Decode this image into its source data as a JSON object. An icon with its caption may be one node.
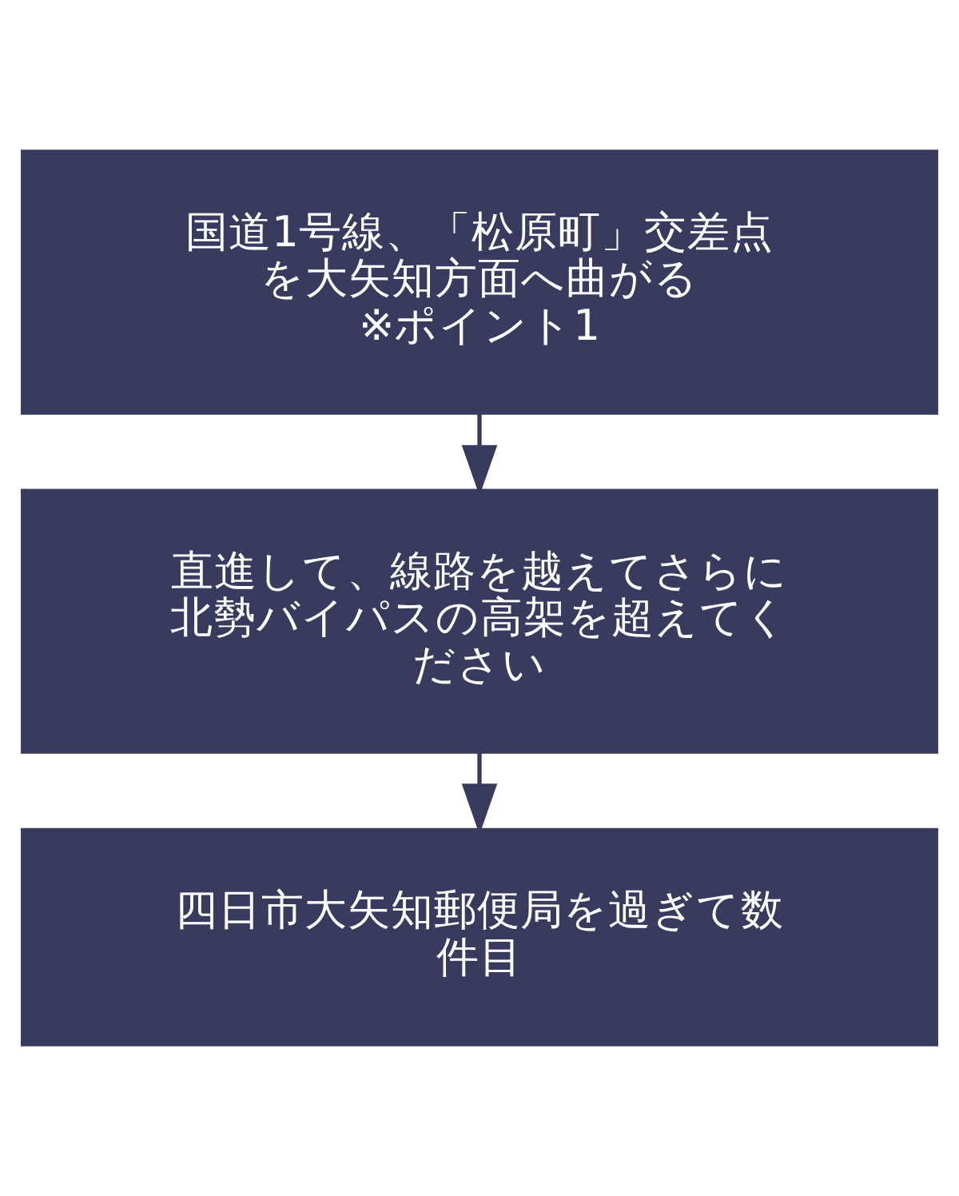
{
  "diagram": {
    "nodes": [
      {
        "text": [
          "国道1号線、「松原町」交差点を大矢知方面へ曲がる ※ポイント1"
        ]
      },
      {
        "text": [
          "直進して、線路を越えてさらに北勢バイパスの高架を超えてください"
        ]
      },
      {
        "text": [
          "四日市大矢知郵便局を過ぎて数件目"
        ]
      }
    ],
    "edges": [
      {
        "from": 0,
        "to": 1,
        "arrow": "to"
      },
      {
        "from": 1,
        "to": 2,
        "arrow": "to"
      }
    ]
  }
}
